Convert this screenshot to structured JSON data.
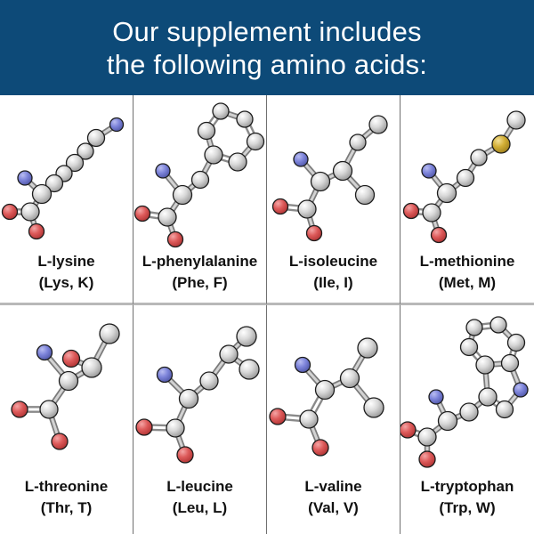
{
  "banner": {
    "line1": "Our supplement includes",
    "line2": "the following amino acids:",
    "bg_color": "#0d4a78",
    "text_color": "#ffffff"
  },
  "atom_colors": {
    "C": {
      "hi": "#ffffff",
      "mid": "#d8d8d8",
      "lo": "#8f8f8f"
    },
    "N": {
      "hi": "#b9bdf1",
      "mid": "#7d84da",
      "lo": "#4950a0"
    },
    "O": {
      "hi": "#f4a5a5",
      "mid": "#dd5a5a",
      "lo": "#aa2e2e"
    },
    "S": {
      "hi": "#f3e097",
      "mid": "#d2ae35",
      "lo": "#97791a"
    }
  },
  "bond_colors": {
    "single_outer": "#7a7a7a",
    "single_inner": "#d2d2d2",
    "double": "#8a8a8a"
  },
  "cells": [
    {
      "name": "L-lysine",
      "abbr": "(Lys, K)",
      "molecule": {
        "h": 173,
        "atoms": [
          [
            "N",
            131,
            33,
            7.5
          ],
          [
            "C",
            108,
            48,
            9.5
          ],
          [
            "C",
            96,
            63,
            9
          ],
          [
            "C",
            84,
            76,
            9.5
          ],
          [
            "C",
            72,
            88,
            9
          ],
          [
            "C",
            61,
            99,
            9.5
          ],
          [
            "C",
            47,
            111,
            10.5
          ],
          [
            "N",
            28,
            93,
            8
          ],
          [
            "C",
            34,
            131,
            10
          ],
          [
            "O",
            11,
            131,
            8.5
          ],
          [
            "O",
            41,
            153,
            8.5
          ]
        ],
        "bonds": [
          [
            0,
            1,
            1
          ],
          [
            1,
            2,
            1
          ],
          [
            2,
            3,
            1
          ],
          [
            3,
            4,
            1
          ],
          [
            4,
            5,
            1
          ],
          [
            5,
            6,
            1
          ],
          [
            6,
            7,
            1
          ],
          [
            6,
            8,
            1
          ],
          [
            8,
            9,
            2
          ],
          [
            8,
            10,
            1
          ]
        ]
      }
    },
    {
      "name": "L-phenylalanine",
      "abbr": "(Phe, F)",
      "molecule": {
        "h": 173,
        "atoms": [
          [
            "C",
            98,
            18,
            9
          ],
          [
            "C",
            125,
            27,
            9
          ],
          [
            "C",
            82,
            40,
            9.5
          ],
          [
            "C",
            137,
            52,
            9.5
          ],
          [
            "C",
            90,
            67,
            10
          ],
          [
            "C",
            117,
            75,
            10
          ],
          [
            "C",
            75,
            95,
            9.5
          ],
          [
            "C",
            55,
            112,
            10.5
          ],
          [
            "N",
            33,
            85,
            8
          ],
          [
            "C",
            38,
            137,
            10
          ],
          [
            "O",
            10,
            133,
            8.5
          ],
          [
            "O",
            47,
            162,
            8.5
          ]
        ],
        "bonds": [
          [
            0,
            1,
            1
          ],
          [
            1,
            3,
            2
          ],
          [
            3,
            5,
            1
          ],
          [
            5,
            4,
            2
          ],
          [
            4,
            2,
            1
          ],
          [
            2,
            0,
            2
          ],
          [
            4,
            6,
            1
          ],
          [
            6,
            7,
            1
          ],
          [
            7,
            8,
            1
          ],
          [
            7,
            9,
            1
          ],
          [
            9,
            10,
            2
          ],
          [
            9,
            11,
            1
          ]
        ]
      }
    },
    {
      "name": "L-isoleucine",
      "abbr": "(Ile, I)",
      "molecule": {
        "h": 173,
        "atoms": [
          [
            "C",
            125,
            33,
            10
          ],
          [
            "C",
            102,
            53,
            9
          ],
          [
            "C",
            85,
            85,
            10.5
          ],
          [
            "C",
            110,
            112,
            10.5
          ],
          [
            "C",
            60,
            97,
            10.5
          ],
          [
            "N",
            38,
            72,
            8
          ],
          [
            "C",
            45,
            128,
            10
          ],
          [
            "O",
            15,
            125,
            8.5
          ],
          [
            "O",
            53,
            155,
            8.5
          ]
        ],
        "bonds": [
          [
            0,
            1,
            1
          ],
          [
            1,
            2,
            1
          ],
          [
            2,
            3,
            1
          ],
          [
            2,
            4,
            1
          ],
          [
            4,
            5,
            1
          ],
          [
            4,
            6,
            1
          ],
          [
            6,
            7,
            2
          ],
          [
            6,
            8,
            1
          ]
        ]
      }
    },
    {
      "name": "L-methionine",
      "abbr": "(Met, M)",
      "molecule": {
        "h": 173,
        "atoms": [
          [
            "C",
            130,
            28,
            10
          ],
          [
            "S",
            113,
            55,
            10
          ],
          [
            "C",
            88,
            70,
            9
          ],
          [
            "C",
            73,
            93,
            9.5
          ],
          [
            "C",
            52,
            110,
            10.5
          ],
          [
            "N",
            32,
            85,
            8
          ],
          [
            "C",
            35,
            132,
            10
          ],
          [
            "O",
            12,
            130,
            8.5
          ],
          [
            "O",
            43,
            157,
            8.5
          ]
        ],
        "bonds": [
          [
            0,
            1,
            1
          ],
          [
            1,
            2,
            1
          ],
          [
            2,
            3,
            1
          ],
          [
            3,
            4,
            1
          ],
          [
            4,
            5,
            1
          ],
          [
            4,
            6,
            1
          ],
          [
            6,
            7,
            2
          ],
          [
            6,
            8,
            1
          ]
        ]
      }
    },
    {
      "name": "L-threonine",
      "abbr": "(Thr, T)",
      "molecule": {
        "h": 188,
        "atoms": [
          [
            "C",
            123,
            32,
            11
          ],
          [
            "O",
            80,
            60,
            9.5
          ],
          [
            "C",
            103,
            70,
            11
          ],
          [
            "N",
            50,
            53,
            8.5
          ],
          [
            "C",
            77,
            85,
            10.5
          ],
          [
            "C",
            55,
            117,
            10
          ],
          [
            "O",
            22,
            117,
            9
          ],
          [
            "O",
            67,
            153,
            9
          ]
        ],
        "bonds": [
          [
            0,
            2,
            1
          ],
          [
            2,
            1,
            1
          ],
          [
            2,
            4,
            1
          ],
          [
            4,
            3,
            1
          ],
          [
            4,
            5,
            1
          ],
          [
            5,
            6,
            2
          ],
          [
            5,
            7,
            1
          ]
        ]
      }
    },
    {
      "name": "L-leucine",
      "abbr": "(Leu, L)",
      "molecule": {
        "h": 188,
        "atoms": [
          [
            "C",
            127,
            35,
            11
          ],
          [
            "C",
            107,
            55,
            10
          ],
          [
            "C",
            130,
            72,
            11
          ],
          [
            "C",
            85,
            85,
            10
          ],
          [
            "C",
            62,
            105,
            10.5
          ],
          [
            "N",
            35,
            78,
            8.5
          ],
          [
            "C",
            47,
            138,
            10
          ],
          [
            "O",
            12,
            137,
            9
          ],
          [
            "O",
            58,
            168,
            9
          ]
        ],
        "bonds": [
          [
            0,
            1,
            1
          ],
          [
            1,
            2,
            1
          ],
          [
            1,
            3,
            1
          ],
          [
            3,
            4,
            1
          ],
          [
            4,
            5,
            1
          ],
          [
            4,
            6,
            1
          ],
          [
            6,
            7,
            2
          ],
          [
            6,
            8,
            1
          ]
        ]
      }
    },
    {
      "name": "L-valine",
      "abbr": "(Val, V)",
      "molecule": {
        "h": 188,
        "atoms": [
          [
            "C",
            113,
            48,
            11
          ],
          [
            "C",
            93,
            82,
            10.5
          ],
          [
            "C",
            120,
            115,
            11
          ],
          [
            "C",
            65,
            95,
            10.5
          ],
          [
            "N",
            40,
            67,
            8.5
          ],
          [
            "C",
            47,
            128,
            10
          ],
          [
            "O",
            12,
            125,
            9
          ],
          [
            "O",
            60,
            160,
            9
          ]
        ],
        "bonds": [
          [
            0,
            1,
            1
          ],
          [
            1,
            2,
            1
          ],
          [
            1,
            3,
            1
          ],
          [
            3,
            4,
            1
          ],
          [
            3,
            5,
            2
          ],
          [
            5,
            6,
            2
          ],
          [
            5,
            7,
            1
          ]
        ]
      }
    },
    {
      "name": "L-tryptophan",
      "abbr": "(Trp, W)",
      "molecule": {
        "h": 188,
        "atoms": [
          [
            "C",
            83,
            25,
            9
          ],
          [
            "C",
            110,
            22,
            9
          ],
          [
            "C",
            130,
            42,
            9.5
          ],
          [
            "C",
            123,
            65,
            9.5
          ],
          [
            "C",
            77,
            47,
            9.5
          ],
          [
            "C",
            95,
            67,
            10
          ],
          [
            "N",
            135,
            95,
            8
          ],
          [
            "C",
            117,
            117,
            9.5
          ],
          [
            "C",
            98,
            103,
            10
          ],
          [
            "C",
            77,
            120,
            10
          ],
          [
            "C",
            53,
            130,
            10.5
          ],
          [
            "N",
            40,
            103,
            8
          ],
          [
            "C",
            30,
            148,
            10
          ],
          [
            "O",
            8,
            140,
            9
          ],
          [
            "O",
            30,
            173,
            9
          ]
        ],
        "bonds": [
          [
            0,
            1,
            2
          ],
          [
            1,
            2,
            1
          ],
          [
            2,
            3,
            2
          ],
          [
            3,
            5,
            1
          ],
          [
            5,
            4,
            2
          ],
          [
            4,
            0,
            1
          ],
          [
            3,
            6,
            1
          ],
          [
            6,
            7,
            1
          ],
          [
            7,
            8,
            2
          ],
          [
            8,
            5,
            1
          ],
          [
            8,
            9,
            1
          ],
          [
            9,
            10,
            1
          ],
          [
            10,
            11,
            1
          ],
          [
            10,
            12,
            1
          ],
          [
            12,
            13,
            2
          ],
          [
            12,
            14,
            1
          ]
        ]
      }
    }
  ]
}
